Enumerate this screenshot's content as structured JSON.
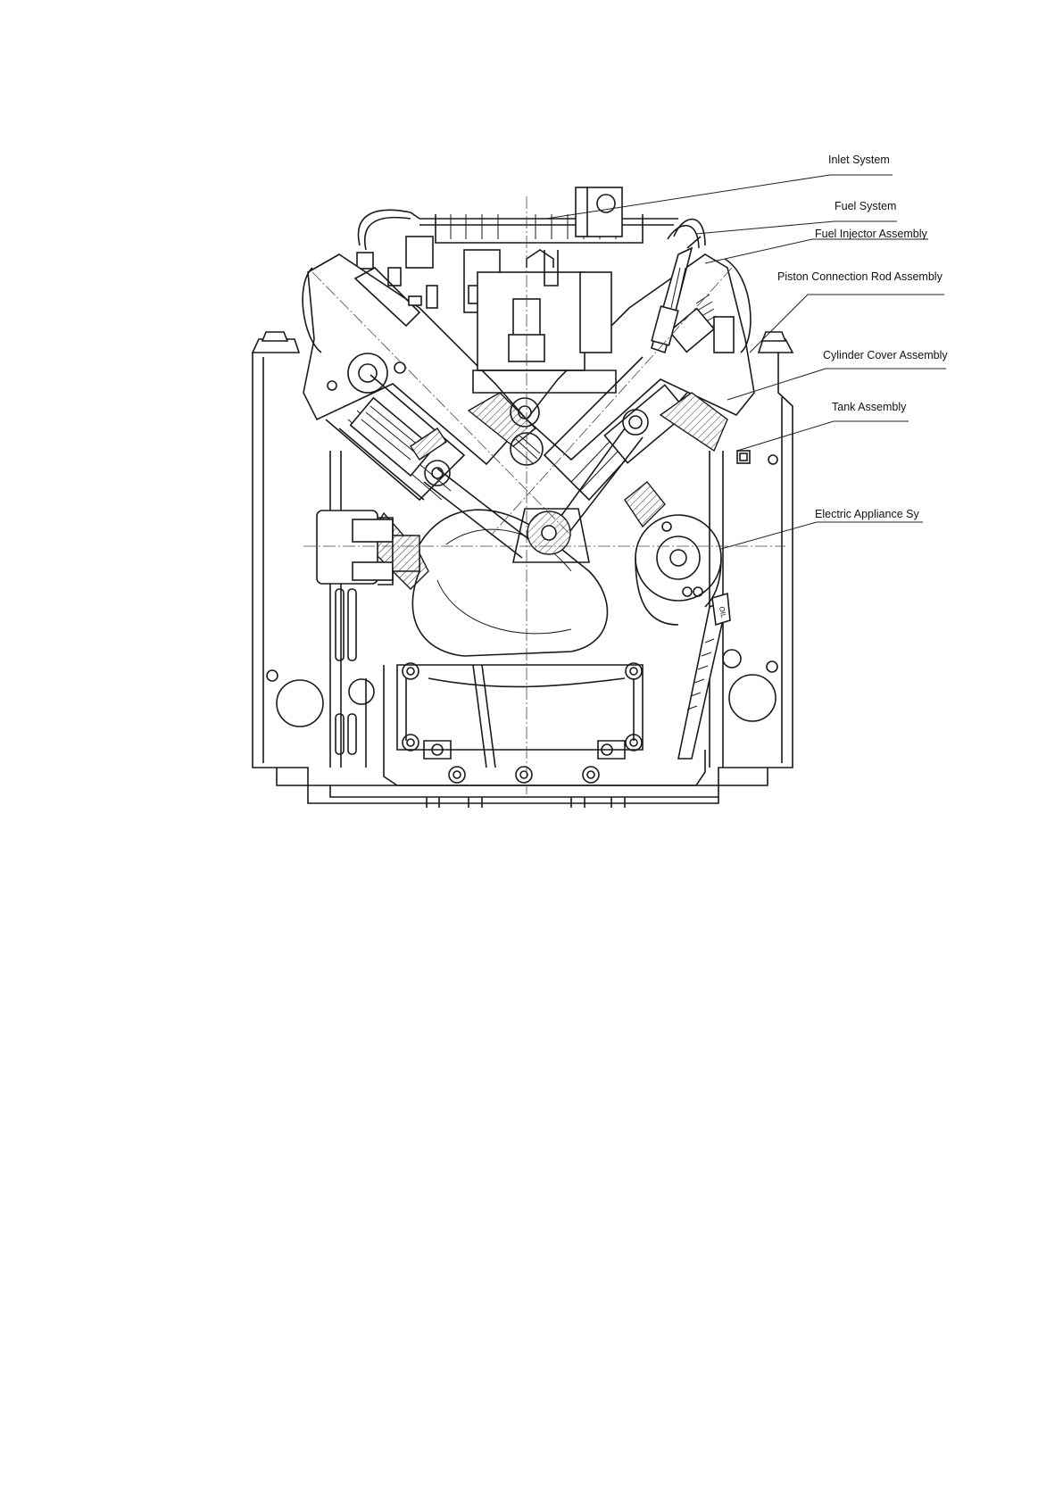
{
  "callouts": {
    "inlet_system": "Inlet System",
    "fuel_system": "Fuel System",
    "fuel_injector": "Fuel Injector Assembly",
    "piston_rod": "Piston Connection Rod Assembly",
    "cylinder_cover": "Cylinder Cover Assembly",
    "tank": "Tank Assembly",
    "electric_appliance": "Electric Appliance Sy"
  },
  "dipstick_label": "OIL",
  "line_color": "#1a1a1a"
}
